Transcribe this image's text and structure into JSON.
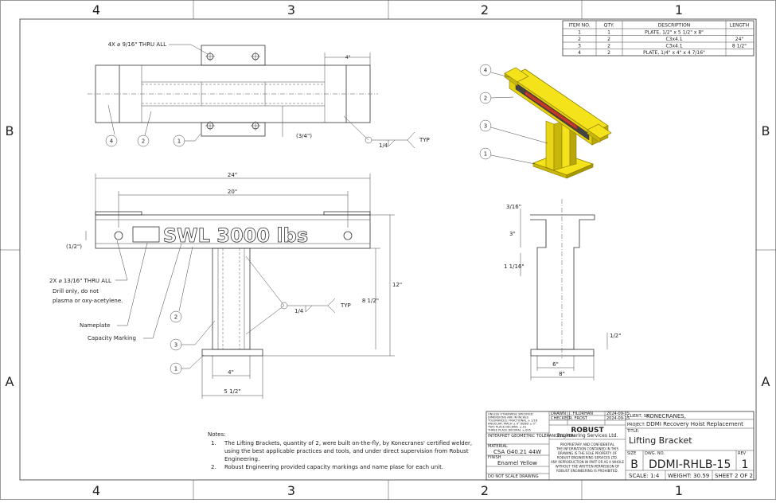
{
  "zones": {
    "top": [
      "4",
      "3",
      "2",
      "1"
    ],
    "bottom": [
      "4",
      "3",
      "2",
      "1"
    ],
    "left": [
      "B",
      "A"
    ],
    "right": [
      "B",
      "A"
    ]
  },
  "bom": {
    "headers": [
      "ITEM NO.",
      "QTY.",
      "DESCRIPTION",
      "LENGTH"
    ],
    "rows": [
      [
        "1",
        "1",
        "PLATE, 1/2\" x 5 1/2\" x 8\"",
        ""
      ],
      [
        "2",
        "2",
        "C3x4.1",
        "24\""
      ],
      [
        "3",
        "2",
        "C3x4.1",
        "8 1/2\""
      ],
      [
        "4",
        "2",
        "PLATE, 1/4\" x 4\" x 4 7/16\"",
        ""
      ]
    ]
  },
  "top_view": {
    "hole_note": "4X ⌀ 9/16\" THRU ALL",
    "dim_4in": "4\"",
    "dim_34": "(3/4\")",
    "weld_size": "1/4",
    "weld_typ": "TYP",
    "balloons": [
      "4",
      "2",
      "1"
    ]
  },
  "front_view": {
    "dim_24": "24\"",
    "dim_20": "20\"",
    "dim_12": "(1/2\")",
    "swl_text": "SWL 3000 lbs",
    "hole_note": "2X ⌀ 13/16\" THRU ALL",
    "drill_note_1": "Drill only, do not",
    "drill_note_2": "plasma or oxy-acetylene.",
    "nameplate": "Nameplate",
    "capacity_marking": "Capacity Marking",
    "weld_size": "1/4",
    "weld_typ": "TYP",
    "dim_12in": "12\"",
    "dim_812": "8 1/2\"",
    "dim_4": "4\"",
    "dim_512": "5 1/2\"",
    "balloons": [
      "2",
      "3",
      "1"
    ]
  },
  "side_view": {
    "dim_316": "3/16\"",
    "dim_3": "3\"",
    "dim_1116": "1 1/16\"",
    "dim_half": "1/2\"",
    "dim_6": "6\"",
    "dim_8": "8\""
  },
  "iso_balloons": [
    "4",
    "2",
    "3",
    "1"
  ],
  "notes": {
    "heading": "Notes:",
    "items": [
      [
        "1.",
        "The Lifting Brackets, quantity of 2, were built on-the-fly, by Konecranes' certified welder,"
      ],
      [
        "",
        "using the best applicable practices and tools, and under direct supervision from Robust"
      ],
      [
        "",
        "Engineering."
      ],
      [
        "2.",
        "Robust Engineering provided capacity markings and name plase for each unit."
      ]
    ]
  },
  "title_block": {
    "spec_lines": [
      "UNLESS OTHERWISE SPECIFIED:",
      "DIMENSIONS ARE IN INCHES",
      "TOLERANCES: FRACTIONAL ± 1/16",
      "ANGULAR: MACH ± 0° BEND ± 0°",
      "TWO PLACE DECIMAL ±.01",
      "THREE PLACE DECIMAL ±.005"
    ],
    "interpret": "INTERPRET GEOMETRIC TOLERANCING PER:",
    "material_label": "MATERIAL",
    "material": "CSA G40.21 44W",
    "finish_label": "FINISH",
    "finish": "Enamel Yellow",
    "do_not_scale": "DO NOT SCALE DRAWING",
    "drawn_label": "DRAWN",
    "drawn_name": "J. FILDRHAN",
    "drawn_date": "2024-09-15",
    "checked_label": "CHECKED",
    "checked_name": "R. FROST",
    "checked_date": "2024-09-15",
    "company": "ROBUST",
    "company_sub": "Engineering Services Ltd.",
    "proprietary": [
      "PROPRIETARY AND CONFIDENTIAL",
      "THE INFORMATION CONTAINED IN THIS",
      "DRAWING IS THE SOLE PROPERTY OF",
      "ROBUST ENGINEERING SERVICES LTD.",
      "ANY REPRODUCTION IN PART OR AS A WHOLE",
      "WITHOUT THE WRITTEN PERMISSION OF",
      "ROBUST ENGINEERING IS PROHIBITED."
    ],
    "client_label": "CLIENT, SR:",
    "client": "KONECRANES,",
    "project_label": "PROJECT:",
    "project": "DDMI Recovery Hoist Replacement",
    "title_label": "TITLE:",
    "title": "Lifting Bracket",
    "size_label": "SIZE",
    "size": "B",
    "dwg_label": "DWG. NO.",
    "dwg_no": "DDMI-RHLB-15",
    "rev_label": "REV",
    "rev": "1",
    "scale": "SCALE: 1:4",
    "weight": "WEIGHT: 30.59",
    "sheet": "SHEET 2 OF 2"
  },
  "colors": {
    "steel_yellow": "#f4e21a",
    "steel_edge": "#8a7d00",
    "plate_red": "#c0392b",
    "line": "#333333"
  }
}
